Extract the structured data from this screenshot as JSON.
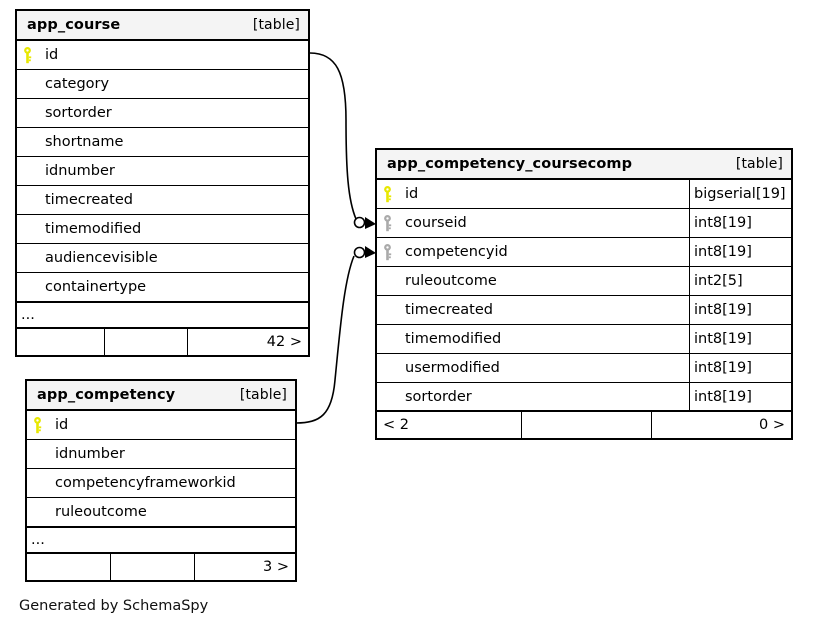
{
  "diagram": {
    "caption": "Generated by SchemaSpy",
    "table_tag": "[table]",
    "ellipsis": "...",
    "colors": {
      "primary_key": "#e8e800",
      "foreign_key": "#aaaaaa",
      "title_bg": "#f4f4f4",
      "border": "#000000",
      "background": "#ffffff"
    }
  },
  "tables": [
    {
      "id": "app_course",
      "name": "app_course",
      "tag": "[table]",
      "columns": [
        {
          "name": "id",
          "key": "primary",
          "type": ""
        },
        {
          "name": "category",
          "key": "none",
          "type": ""
        },
        {
          "name": "sortorder",
          "key": "none",
          "type": ""
        },
        {
          "name": "shortname",
          "key": "none",
          "type": ""
        },
        {
          "name": "idnumber",
          "key": "none",
          "type": ""
        },
        {
          "name": "timecreated",
          "key": "none",
          "type": ""
        },
        {
          "name": "timemodified",
          "key": "none",
          "type": ""
        },
        {
          "name": "audiencevisible",
          "key": "none",
          "type": ""
        },
        {
          "name": "containertype",
          "key": "none",
          "type": ""
        }
      ],
      "has_more": true,
      "more_label": "...",
      "footer": {
        "left": "",
        "middle": "",
        "right": "42 >"
      }
    },
    {
      "id": "app_competency_coursecomp",
      "name": "app_competency_coursecomp",
      "tag": "[table]",
      "columns": [
        {
          "name": "id",
          "key": "primary",
          "type": "bigserial[19]"
        },
        {
          "name": "courseid",
          "key": "foreign",
          "type": "int8[19]"
        },
        {
          "name": "competencyid",
          "key": "foreign",
          "type": "int8[19]"
        },
        {
          "name": "ruleoutcome",
          "key": "none",
          "type": "int2[5]"
        },
        {
          "name": "timecreated",
          "key": "none",
          "type": "int8[19]"
        },
        {
          "name": "timemodified",
          "key": "none",
          "type": "int8[19]"
        },
        {
          "name": "usermodified",
          "key": "none",
          "type": "int8[19]"
        },
        {
          "name": "sortorder",
          "key": "none",
          "type": "int8[19]"
        }
      ],
      "has_more": false,
      "more_label": "",
      "footer": {
        "left": "< 2",
        "middle": "",
        "right": "0 >"
      }
    },
    {
      "id": "app_competency",
      "name": "app_competency",
      "tag": "[table]",
      "columns": [
        {
          "name": "id",
          "key": "primary",
          "type": ""
        },
        {
          "name": "idnumber",
          "key": "none",
          "type": ""
        },
        {
          "name": "competencyframeworkid",
          "key": "none",
          "type": ""
        },
        {
          "name": "ruleoutcome",
          "key": "none",
          "type": ""
        }
      ],
      "has_more": true,
      "more_label": "...",
      "footer": {
        "left": "",
        "middle": "",
        "right": "3 >"
      }
    }
  ],
  "relationships": [
    {
      "from_table": "app_course",
      "from_column": "id",
      "to_table": "app_competency_coursecomp",
      "to_column": "courseid"
    },
    {
      "from_table": "app_competency",
      "from_column": "id",
      "to_table": "app_competency_coursecomp",
      "to_column": "competencyid"
    }
  ]
}
